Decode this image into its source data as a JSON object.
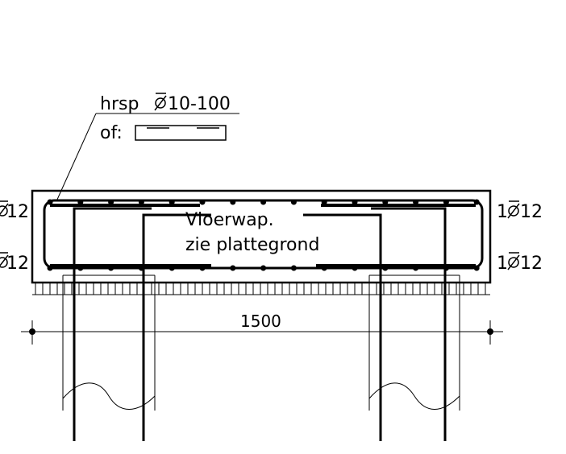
{
  "labels": {
    "stirrup": "hrsp",
    "stirrup_spec": "10-100",
    "alternative": "of:",
    "floor_reinforcement_line1": "Vloerwap.",
    "floor_reinforcement_line2": "zie plattegrond",
    "dimension": "1500",
    "top_bar_left": "12",
    "bottom_bar_left": "12",
    "top_bar_right": "1",
    "top_bar_right_size": "12",
    "bottom_bar_right": "1",
    "bottom_bar_right_size": "12"
  },
  "colors": {
    "line": "#000000",
    "background": "#ffffff"
  }
}
